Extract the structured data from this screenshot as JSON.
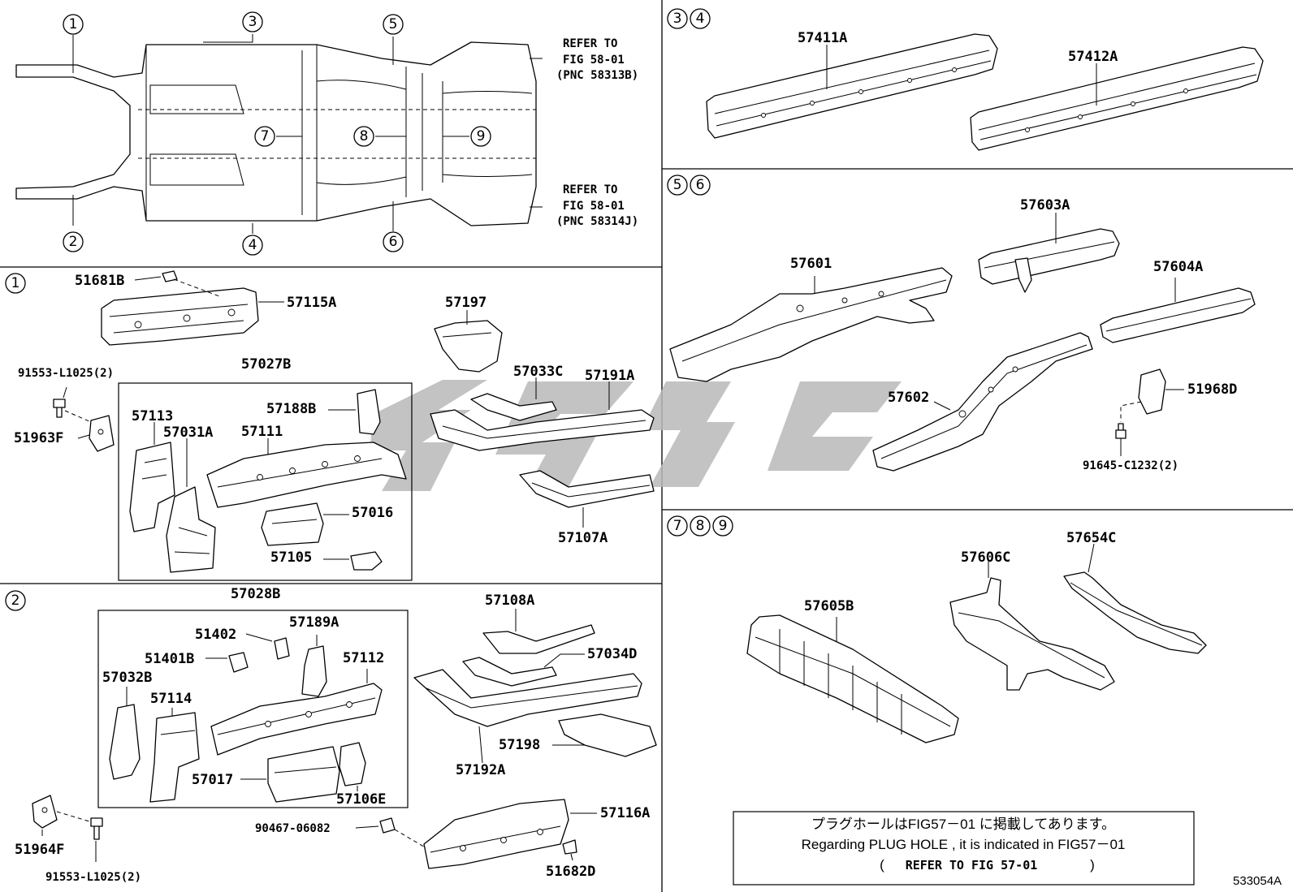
{
  "overview": {
    "refer_top": [
      "REFER TO",
      "FIG 58-01",
      "(PNC 58313B)"
    ],
    "refer_bottom": [
      "REFER TO",
      "FIG 58-01",
      "(PNC 58314J)"
    ],
    "markers": [
      "①",
      "②",
      "③",
      "④",
      "⑤",
      "⑥",
      "⑦",
      "⑧",
      "⑨"
    ]
  },
  "sections": {
    "s1": "①",
    "s2": "②",
    "s34": "③④",
    "s56": "⑤⑥",
    "s789": "⑦⑧⑨"
  },
  "parts": {
    "p51681B": "51681B",
    "p57115A": "57115A",
    "p91553_1": "91553-L1025(2)",
    "p51963F": "51963F",
    "p57027B": "57027B",
    "p57113": "57113",
    "p57031A": "57031A",
    "p57111": "57111",
    "p57188B": "57188B",
    "p57016": "57016",
    "p57105": "57105",
    "p57197": "57197",
    "p57033C": "57033C",
    "p57191A": "57191A",
    "p57107A": "57107A",
    "p57028B": "57028B",
    "p51402": "51402",
    "p57189A": "57189A",
    "p51401B": "51401B",
    "p57112": "57112",
    "p57032B": "57032B",
    "p57114": "57114",
    "p57017": "57017",
    "p57106E": "57106E",
    "p51964F": "51964F",
    "p91553_2": "91553-L1025(2)",
    "p57108A": "57108A",
    "p57034D": "57034D",
    "p57198": "57198",
    "p57192A": "57192A",
    "p90467": "90467-06082",
    "p57116A": "57116A",
    "p51682D": "51682D",
    "p57411A": "57411A",
    "p57412A": "57412A",
    "p57603A": "57603A",
    "p57601": "57601",
    "p57604A": "57604A",
    "p57602": "57602",
    "p51968D": "51968D",
    "p91645": "91645-C1232(2)",
    "p57605B": "57605B",
    "p57606C": "57606C",
    "p57654C": "57654C"
  },
  "note": {
    "line1": "プラグホールはFIG57－01 に掲載してあります。",
    "line2": "Regarding  PLUG HOLE , it is  indicated  in  FIG57－01",
    "line3_open": "(",
    "line3_text": "REFER TO FIG 57-01",
    "line3_close": ")"
  },
  "figure_id": "533054A"
}
